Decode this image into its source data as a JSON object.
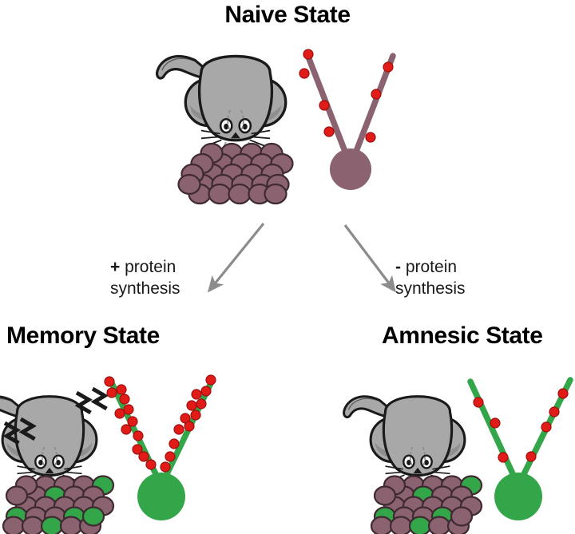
{
  "figure": {
    "type": "scientific-diagram",
    "subject": "Memory consolidation states in mice: protein synthesis dependence",
    "background_color": "#ffffff"
  },
  "palette": {
    "mauve_fill": "#8b626f",
    "mauve_stroke": "#3f2a31",
    "green_fill": "#34a64a",
    "green_stroke": "#2a8d3c",
    "red_spine": "#e01b18",
    "red_spine_stroke": "#9d0f0d",
    "mouse_body": "#a8a8a8",
    "mouse_shadow": "#8f8f8f",
    "mouse_stroke": "#1a1a1a",
    "arrow_gray": "#8c8c8c",
    "text_black": "#000000",
    "dashed_gray": "#9a9a9a"
  },
  "panels": {
    "naive": {
      "title": "Naive State",
      "title_align": "center",
      "mouse": {
        "name": "naive-mouse",
        "motion_lines": false,
        "motion_line_count": 0
      },
      "neuron_grid": {
        "rows": 5,
        "cols": 5,
        "total_cells": 25,
        "green_cells": 0,
        "mauve_cells": 25
      },
      "neuron": {
        "soma_color": "mauve_fill",
        "dendrite_color": "mauve_fill",
        "spine_count_left": 4,
        "spine_count_right": 3,
        "spine_total": 7,
        "spine_density": "low"
      }
    },
    "memory": {
      "title": "Memory State",
      "title_align": "left",
      "mouse": {
        "name": "memory-mouse",
        "motion_lines": true,
        "motion_line_count": 2
      },
      "neuron_grid": {
        "rows": 5,
        "cols": 5,
        "total_cells": 25,
        "green_cells": 6,
        "mauve_cells": 19
      },
      "neuron": {
        "soma_color": "green_fill",
        "dendrite_color": "green_fill",
        "spine_count_left": 12,
        "spine_count_right": 12,
        "spine_total": 24,
        "spine_density": "high"
      }
    },
    "amnesic": {
      "title": "Amnesic State",
      "title_align": "left",
      "mouse": {
        "name": "amnesic-mouse",
        "motion_lines": false,
        "motion_line_count": 0
      },
      "neuron_grid": {
        "rows": 5,
        "cols": 5,
        "total_cells": 25,
        "green_cells": 5,
        "mauve_cells": 20
      },
      "neuron": {
        "soma_color": "green_fill",
        "dendrite_color": "green_fill",
        "spine_count_left": 3,
        "spine_count_right": 4,
        "spine_total": 7,
        "spine_density": "low"
      }
    }
  },
  "transitions": {
    "left": {
      "sign": "+",
      "text": " protein\nsynthesis",
      "full_text": "+ protein synthesis",
      "arrow_direction": "down-left",
      "from": "Naive State",
      "to": "Memory State"
    },
    "right": {
      "sign": "-",
      "text": " protein\nsynthesis",
      "full_text": "- protein synthesis",
      "arrow_direction": "down-right",
      "from": "Naive State",
      "to": "Amnesic State"
    }
  }
}
